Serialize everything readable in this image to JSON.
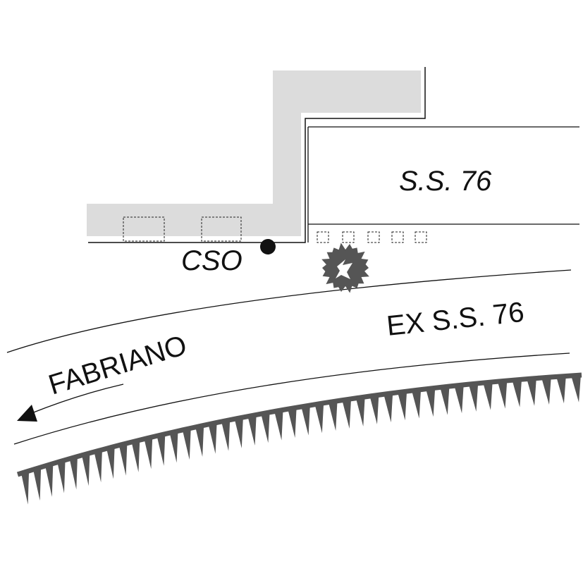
{
  "labels": {
    "ss76": "S.S. 76",
    "cso": "CSO",
    "ex_ss76": "EX S.S. 76",
    "fabriano": "FABRIANO"
  },
  "colors": {
    "building_fill": "#dcdcdc",
    "embankment": "#555555",
    "tree": "#555555",
    "line": "#111111"
  },
  "icons": {
    "tree": "tree-icon",
    "cso_marker": "filled-circle",
    "direction": "arrow-left-icon"
  }
}
